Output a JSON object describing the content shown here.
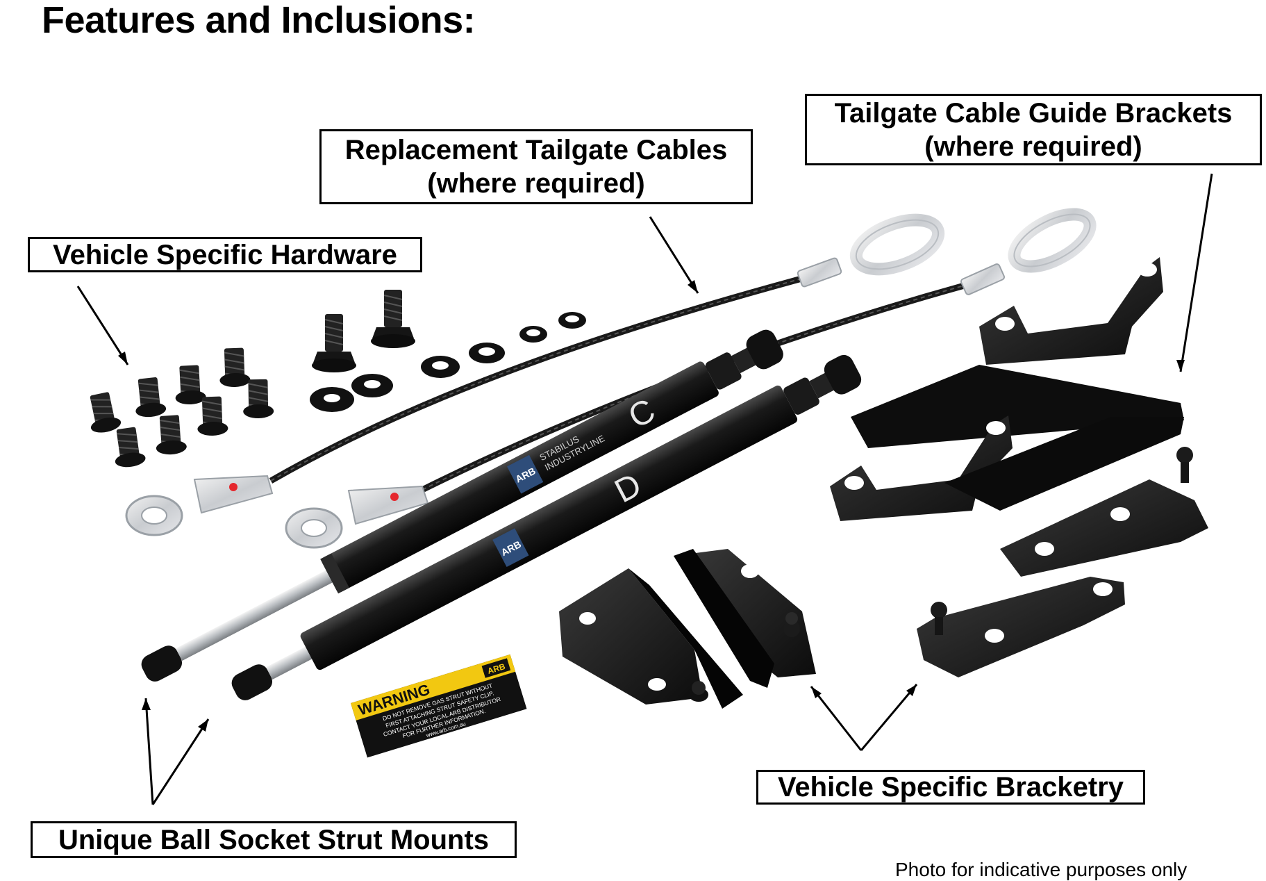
{
  "title": "Features and Inclusions:",
  "callouts": {
    "hardware": {
      "line1": "Vehicle Specific Hardware"
    },
    "cables": {
      "line1": "Replacement Tailgate Cables",
      "line2": "(where required)"
    },
    "guide_brackets": {
      "line1": "Tailgate Cable Guide Brackets",
      "line2": "(where required)"
    },
    "bracketry": {
      "line1": "Vehicle Specific Bracketry"
    },
    "mounts": {
      "line1": "Unique Ball Socket Strut Mounts"
    }
  },
  "strut_labels": {
    "strut_c_letter": "C",
    "strut_d_letter": "D",
    "brand": "ARB",
    "maker": "STABILUS",
    "maker_line": "INDUSTRYLINE"
  },
  "warning_label": {
    "heading": "WARNING",
    "brand": "ARB",
    "line1": "DO NOT REMOVE GAS STRUT WITHOUT",
    "line2": "FIRST ATTACHING STRUT SAFETY CLIP.",
    "line3": "CONTACT YOUR LOCAL ARB DISTRIBUTOR",
    "line4": "FOR FURTHER INFORMATION.",
    "line5": "www.arb.com.au"
  },
  "footnote": "Photo for indicative purposes only",
  "colors": {
    "text": "#000000",
    "hardware": "#1c1c1c",
    "steel": "#d9dde1",
    "warning_yellow": "#f2c811",
    "warning_dot": "#e5272d"
  }
}
